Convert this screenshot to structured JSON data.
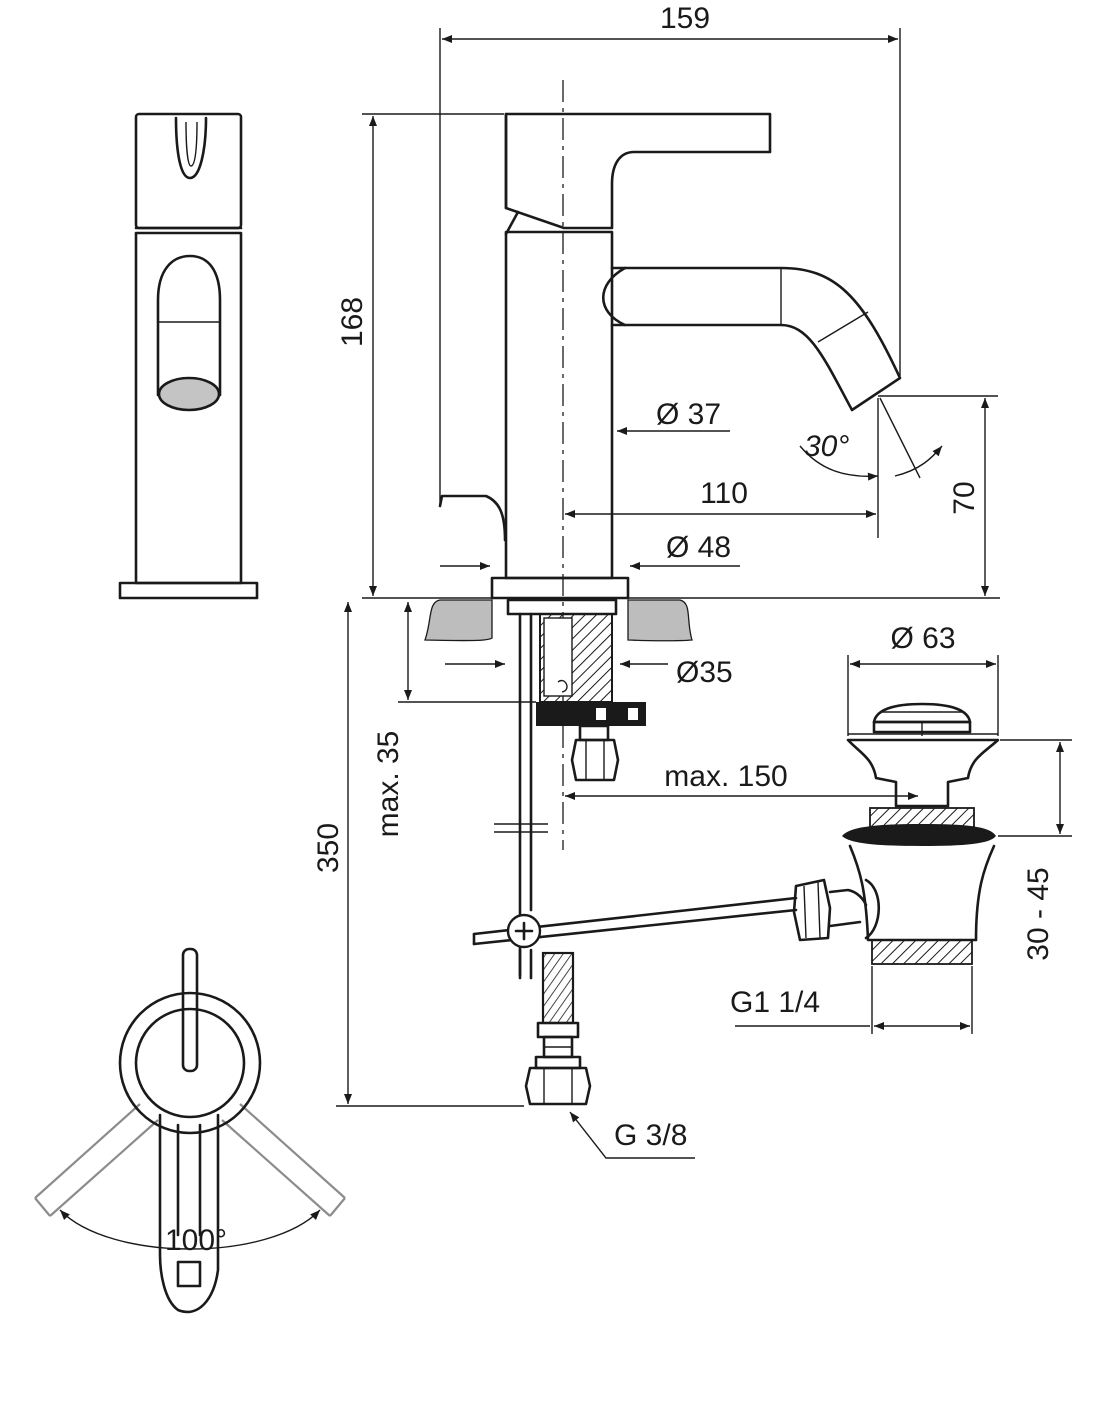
{
  "dimensions": {
    "width_159": "159",
    "height_168": "168",
    "dia_37": "Ø 37",
    "angle_30": "30°",
    "len_110": "110",
    "height_70": "70",
    "dia_48": "Ø 48",
    "dia_63": "Ø 63",
    "dia_35": "Ø35",
    "max_35": "max. 35",
    "max_150": "max. 150",
    "len_350": "350",
    "range_30_45": "30 - 45",
    "thread_g114": "G1 1/4",
    "thread_g38": "G 3/8",
    "angle_100": "100°"
  },
  "colors": {
    "line": "#1a1a1a",
    "surface": "#bdbdbd",
    "hidden": "#8c8c8c",
    "aerator": "#c4c4c4"
  }
}
